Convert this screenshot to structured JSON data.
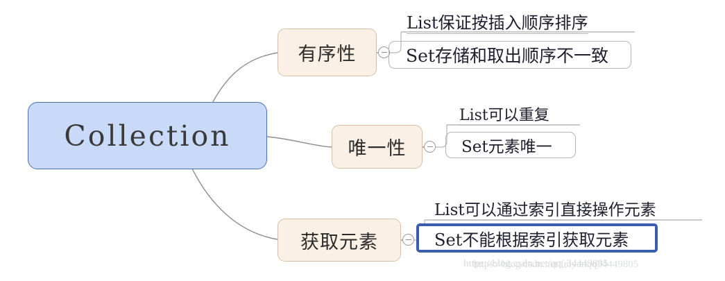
{
  "diagram": {
    "type": "mind-map",
    "title": "Collection",
    "root": {
      "label": "Collection",
      "fill": "#c9daf8",
      "border": "#4a6fb5"
    },
    "branch_fill": "#fbf0e5",
    "branch_border": "#d8bfa4",
    "selected_border": "#3b5dad",
    "connector_color": "#8d8d8d",
    "branches": [
      {
        "label": "有序性",
        "toggle": "collapse-minus",
        "leaves": [
          {
            "label": "List保证按插入顺序排序",
            "style": "underlined",
            "selected": false
          },
          {
            "label": "Set存储和取出顺序不一致",
            "style": "boxed",
            "selected": false
          }
        ]
      },
      {
        "label": "唯一性",
        "toggle": "collapse-minus",
        "leaves": [
          {
            "label": "List可以重复",
            "style": "underlined",
            "selected": false
          },
          {
            "label": "Set元素唯一",
            "style": "boxed",
            "selected": false
          }
        ]
      },
      {
        "label": "获取元素",
        "toggle": "collapse-minus",
        "leaves": [
          {
            "label": "List可以通过索引直接操作元素",
            "style": "underlined",
            "selected": false
          },
          {
            "label": "Set不能根据索引获取元素",
            "style": "boxed",
            "selected": true
          }
        ]
      }
    ]
  },
  "watermark": {
    "line_a": "https://blog.csdn.net/qq_34449805",
    "line_b": "https://blog.csdn.net/feiyanqq34449805"
  }
}
